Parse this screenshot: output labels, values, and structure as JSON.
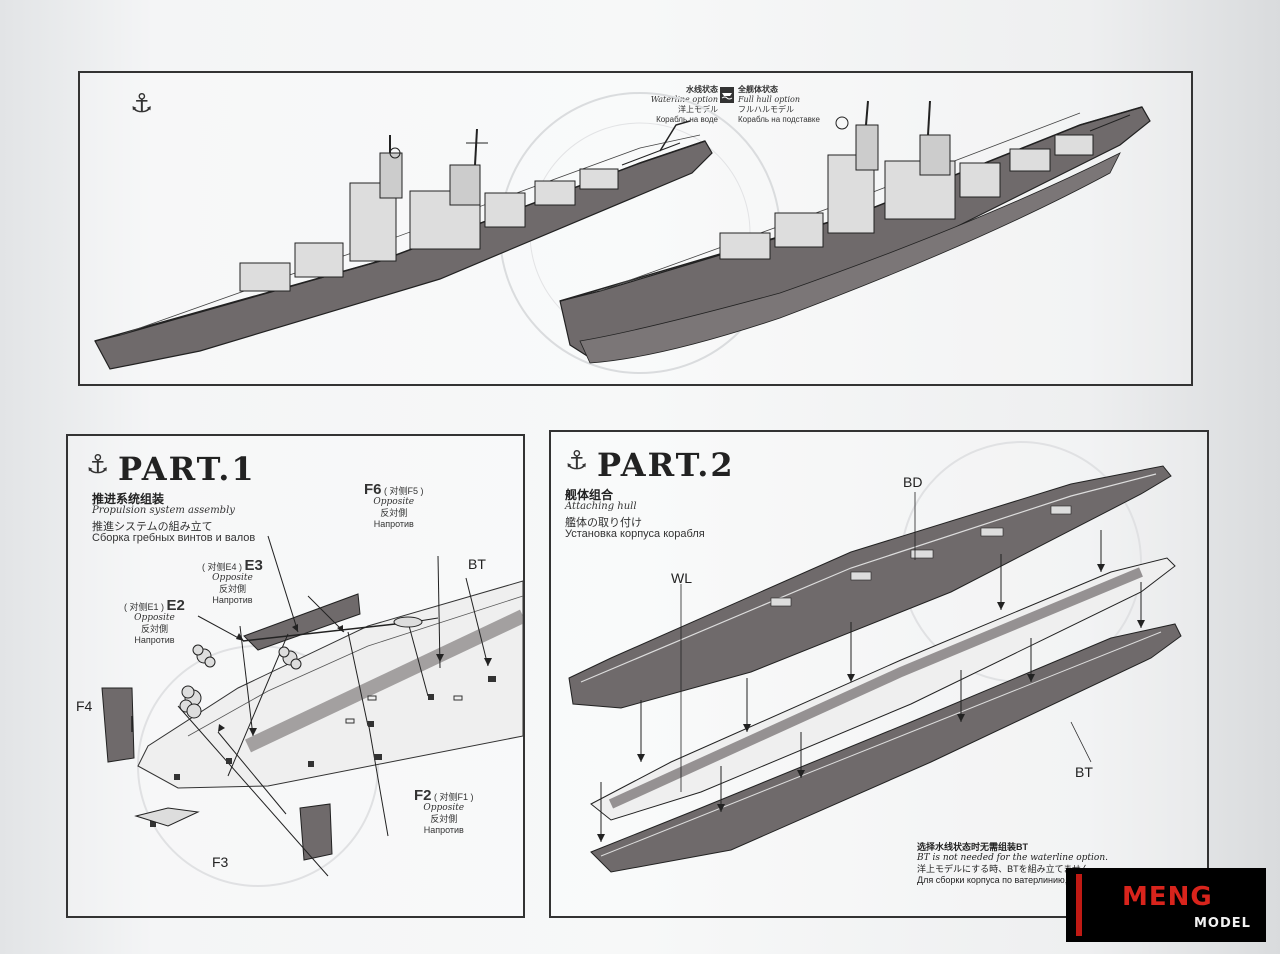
{
  "top": {
    "anchor": "⚓",
    "waterline": {
      "cn": "水线状态",
      "en": "Waterline option",
      "jp": "洋上モデル",
      "ru": "Корабль на воде"
    },
    "full_hull": {
      "cn": "全舰体状态",
      "en": "Full hull option",
      "jp": "フルハルモデル",
      "ru": "Корабль на подставке"
    }
  },
  "part1": {
    "anchor": "⚓",
    "title": "PART.1",
    "cn": "推进系统组装",
    "en": "Propulsion system assembly",
    "jp": "推進システムの組み立て",
    "ru": "Сборка гребных винтов и валов",
    "callouts": {
      "f6": {
        "code": "F6",
        "pair": "( 对侧F5 )",
        "opp": "Opposite",
        "jp": "反対側",
        "ru": "Напротив"
      },
      "e3": {
        "code": "E3",
        "pair": "( 对侧E4 )",
        "opp": "Opposite",
        "jp": "反対側",
        "ru": "Напротив"
      },
      "e2": {
        "code": "E2",
        "pair": "( 对侧E1 )",
        "opp": "Opposite",
        "jp": "反対側",
        "ru": "Напротив"
      },
      "f2": {
        "code": "F2",
        "pair": "( 对侧F1 )",
        "opp": "Opposite",
        "jp": "反対側",
        "ru": "Напротив"
      }
    },
    "labels": {
      "bt": "BT",
      "f4": "F4",
      "f3": "F3"
    }
  },
  "part2": {
    "anchor": "⚓",
    "title": "PART.2",
    "cn": "舰体组合",
    "en": "Attaching hull",
    "jp": "艦体の取り付け",
    "ru": "Установка корпуса корабля",
    "labels": {
      "bd": "BD",
      "wl": "WL",
      "bt": "BT"
    },
    "note": {
      "cn": "选择水线状态时无需组装BT",
      "en": "BT is not needed for the waterline option.",
      "jp": "洋上モデルにする時、BTを組み立てません。",
      "ru": "Для сборки корпуса по ватерлинию, не использовать BT."
    }
  },
  "logo": {
    "brand": "MENG",
    "sub": "MODEL"
  },
  "colors": {
    "hull": "#6f6a6b",
    "line": "#2a2a2a",
    "brand_red": "#d8241c"
  }
}
